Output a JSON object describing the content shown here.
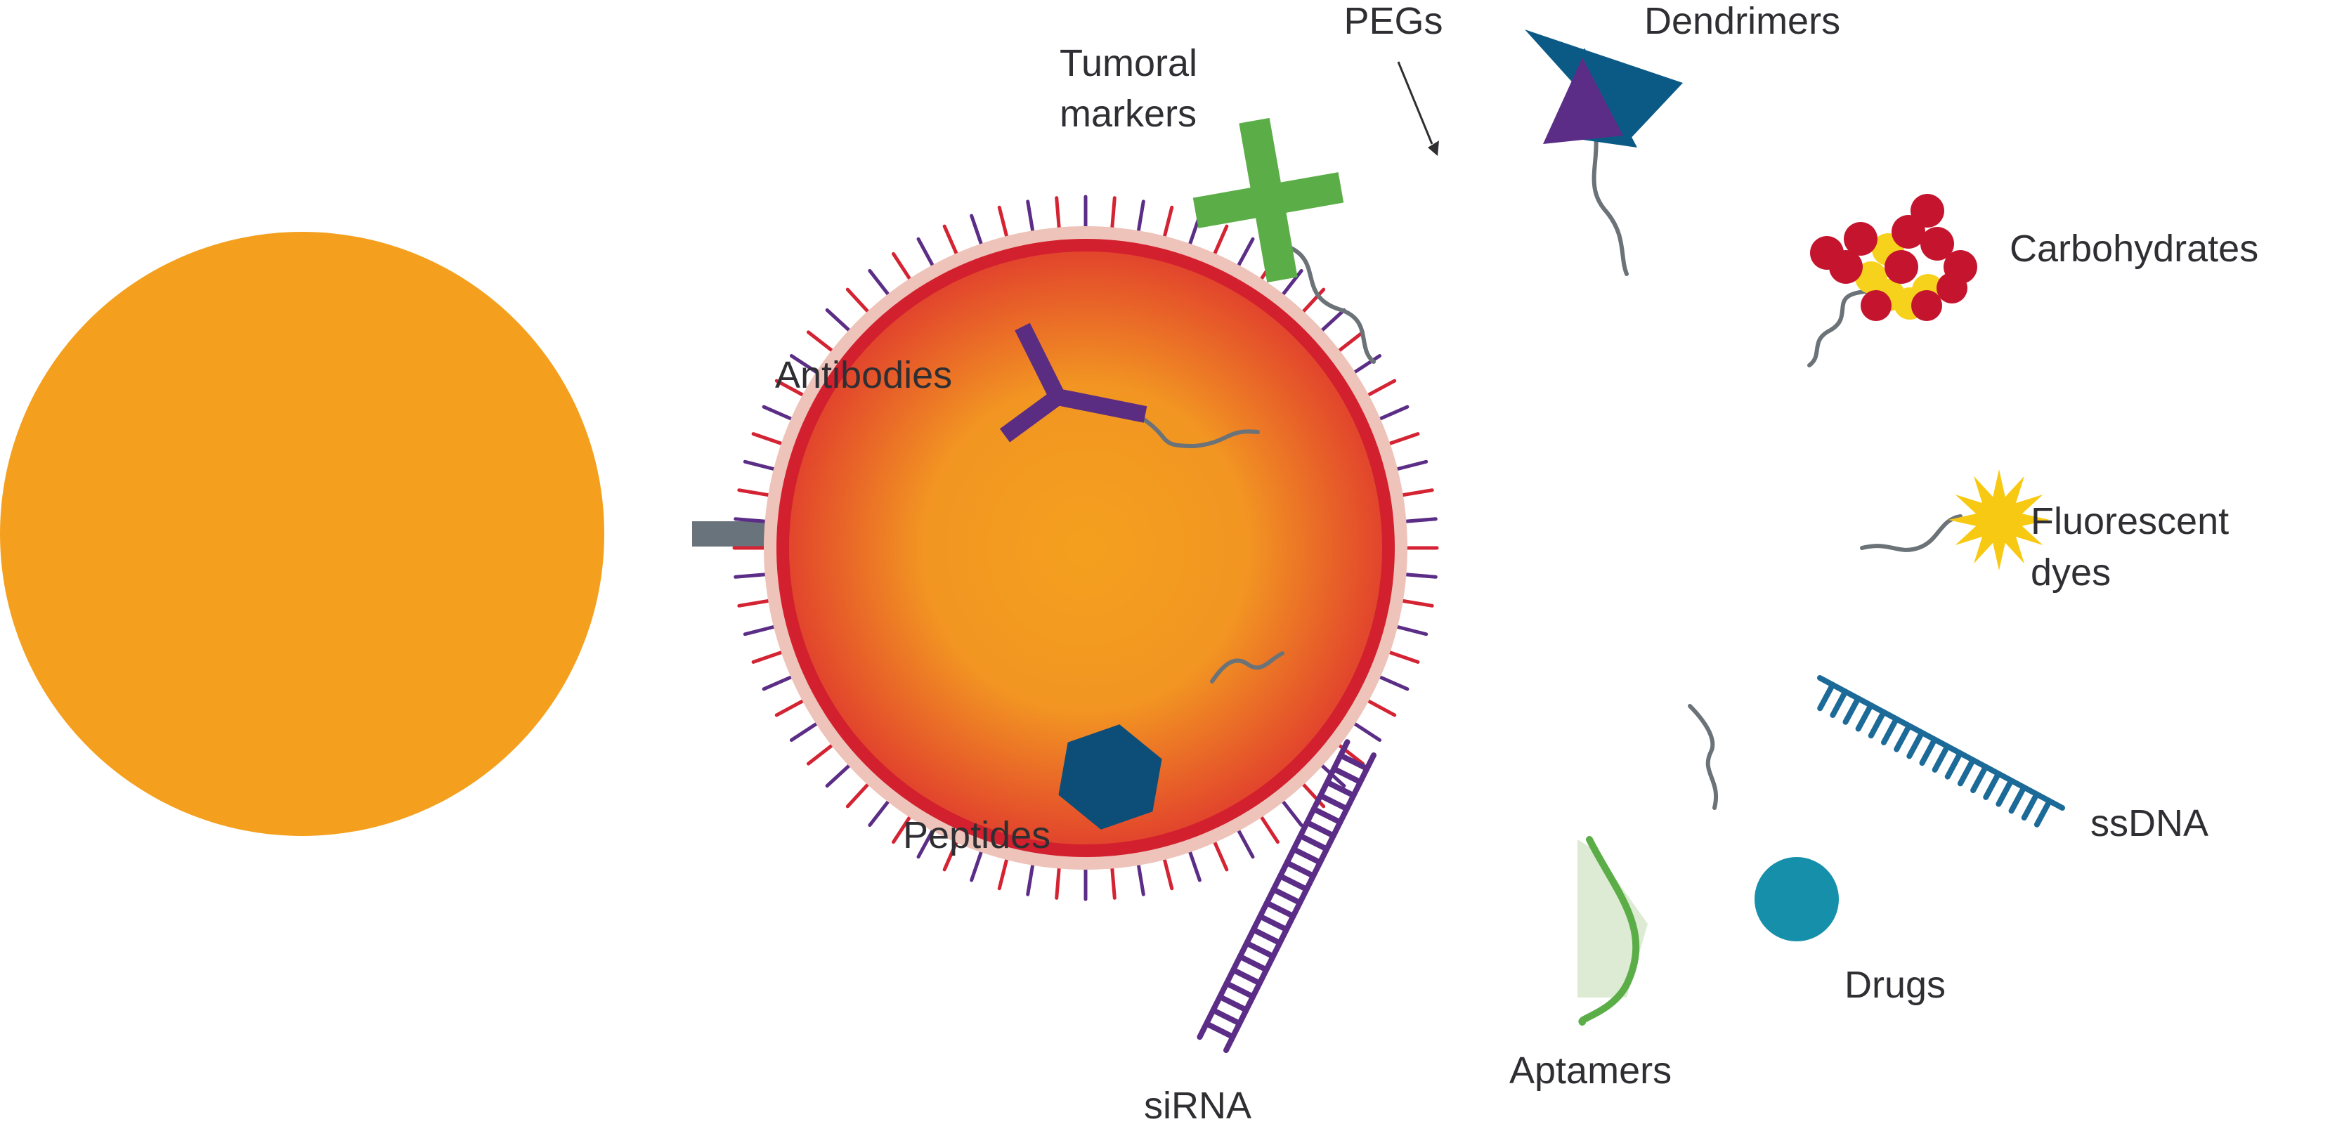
{
  "labels": {
    "pegs": "PEGs",
    "dendrimers": "Dendrimers",
    "tumoral_markers_line1": "Tumoral",
    "tumoral_markers_line2": "markers",
    "carbohydrates": "Carbohydrates",
    "antibodies": "Antibodies",
    "fluorescent_dyes_line1": "Fluorescent",
    "fluorescent_dyes_line2": "dyes",
    "peptides": "Peptides",
    "ssdna": "ssDNA",
    "drugs": "Drugs",
    "aptamers": "Aptamers",
    "sirna": "siRNA"
  },
  "colors": {
    "bare_particle": "#F4A01E",
    "core_center": "#F4A01E",
    "core_edge": "#E2452C",
    "shell": "#D3202E",
    "halo": "#EEC3BA",
    "arrow": "#68737B",
    "peg_red": "#D42333",
    "peg_purple": "#5B2D86",
    "linker": "#6B7378",
    "tumoral_marker": "#5BAE47",
    "antibody": "#5A2D82",
    "dendrimer_blue": "#0B5A86",
    "dendrimer_purple": "#5B2D86",
    "carbohydrate_red": "#C4142E",
    "carbohydrate_yellow": "#F7D21C",
    "fluorescent_dye": "#F8C912",
    "peptide": "#0D4E79",
    "ssdna": "#1C6A98",
    "drug": "#1690AA",
    "aptamer": "#5BAE47",
    "sirna": "#5B2D86"
  }
}
